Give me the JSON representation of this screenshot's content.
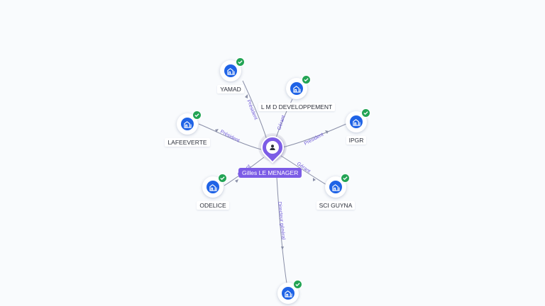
{
  "graph": {
    "person": {
      "name": "Gilles LE MENAGER",
      "icon": "person-icon",
      "color": "#7c5ce6"
    },
    "companies": [
      {
        "name": "YAMAD",
        "icon": "building-icon",
        "verified": true
      },
      {
        "name": "L M D DEVELOPPEMENT",
        "icon": "building-icon",
        "verified": true
      },
      {
        "name": "IPGR",
        "icon": "building-icon",
        "verified": true
      },
      {
        "name": "LAFEEVERTE",
        "icon": "building-icon",
        "verified": true
      },
      {
        "name": "ODELICE",
        "icon": "building-icon",
        "verified": true
      },
      {
        "name": "SCI GUYNA",
        "icon": "building-icon",
        "verified": true
      },
      {
        "name": "",
        "icon": "building-icon",
        "verified": true
      }
    ],
    "relations": [
      {
        "target": "YAMAD",
        "role": "Président"
      },
      {
        "target": "L M D DEVELOPPEMENT",
        "role": "Gérant"
      },
      {
        "target": "IPGR",
        "role": "Président"
      },
      {
        "target": "LAFEEVERTE",
        "role": "Président"
      },
      {
        "target": "ODELICE",
        "role": "Gérant"
      },
      {
        "target": "SCI GUYNA",
        "role": "Gérant"
      },
      {
        "target": "",
        "role": "Directeur général"
      }
    ],
    "colors": {
      "company": "#1f63e6",
      "verified": "#23a455",
      "edge": "#8a8fa8",
      "edge_label": "#6e58d8"
    }
  }
}
